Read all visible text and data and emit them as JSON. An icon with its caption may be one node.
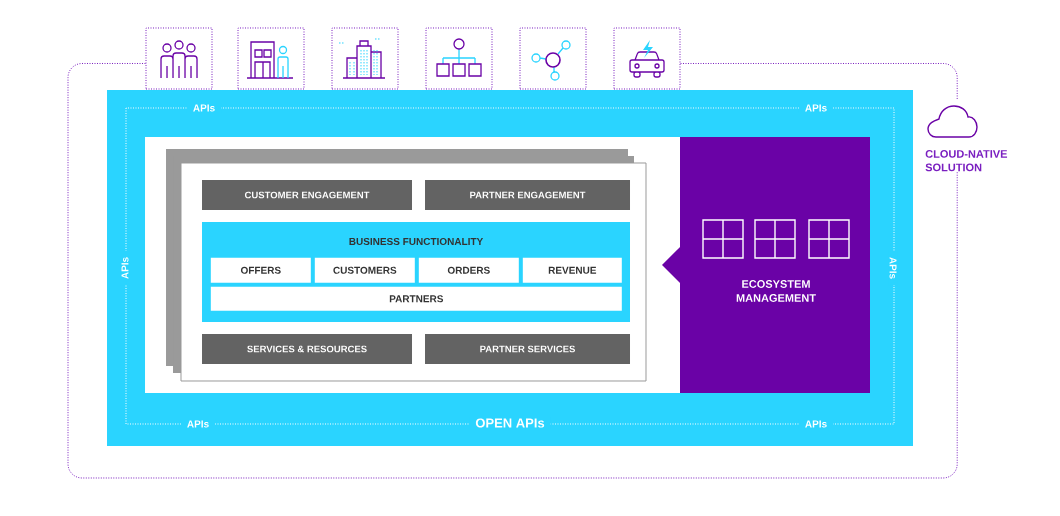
{
  "diagram": {
    "nodes": [
      {
        "text": [],
        "shape": "box"
      },
      {
        "text": [],
        "shape": "box"
      },
      {
        "text": [],
        "shape": "box"
      },
      {
        "text": [],
        "shape": "box"
      },
      {
        "text": [],
        "shape": "box"
      },
      {
        "text": [],
        "shape": "box"
      },
      {
        "text": [
          "CLOUD-NATIVE SOLUTION"
        ]
      },
      {
        "text": [
          "CUSTOMER ENGAGEMENT"
        ]
      },
      {
        "text": [
          "PARTNER ENGAGEMENT"
        ]
      },
      {
        "text": [
          "BUSINESS FUNCTIONALITY"
        ]
      },
      {
        "text": [
          "OFFERS"
        ],
        "in": 9
      },
      {
        "text": [
          "CUSTOMERS"
        ],
        "in": 9
      },
      {
        "text": [
          "ORDERS"
        ],
        "in": 9
      },
      {
        "text": [
          "REVENUE"
        ],
        "in": 9
      },
      {
        "text": [
          "PARTNERS"
        ],
        "in": 9
      },
      {
        "text": [
          "SERVICES & RESOURCES"
        ]
      },
      {
        "text": [
          "PARTNER SERVICES"
        ]
      },
      {
        "text": [
          "ECOSYSTEM MANAGEMENT"
        ]
      }
    ],
    "edges": [
      {
        "from": 0,
        "to": 6,
        "arrow": "none",
        "style": "dashed"
      },
      {
        "from": 5,
        "to": 6,
        "arrow": "none",
        "style": "dashed"
      }
    ],
    "labels": [
      "APIs",
      "APIs",
      "APIs",
      "APIs",
      "APIs",
      "OPEN APIs",
      "APIs"
    ]
  }
}
